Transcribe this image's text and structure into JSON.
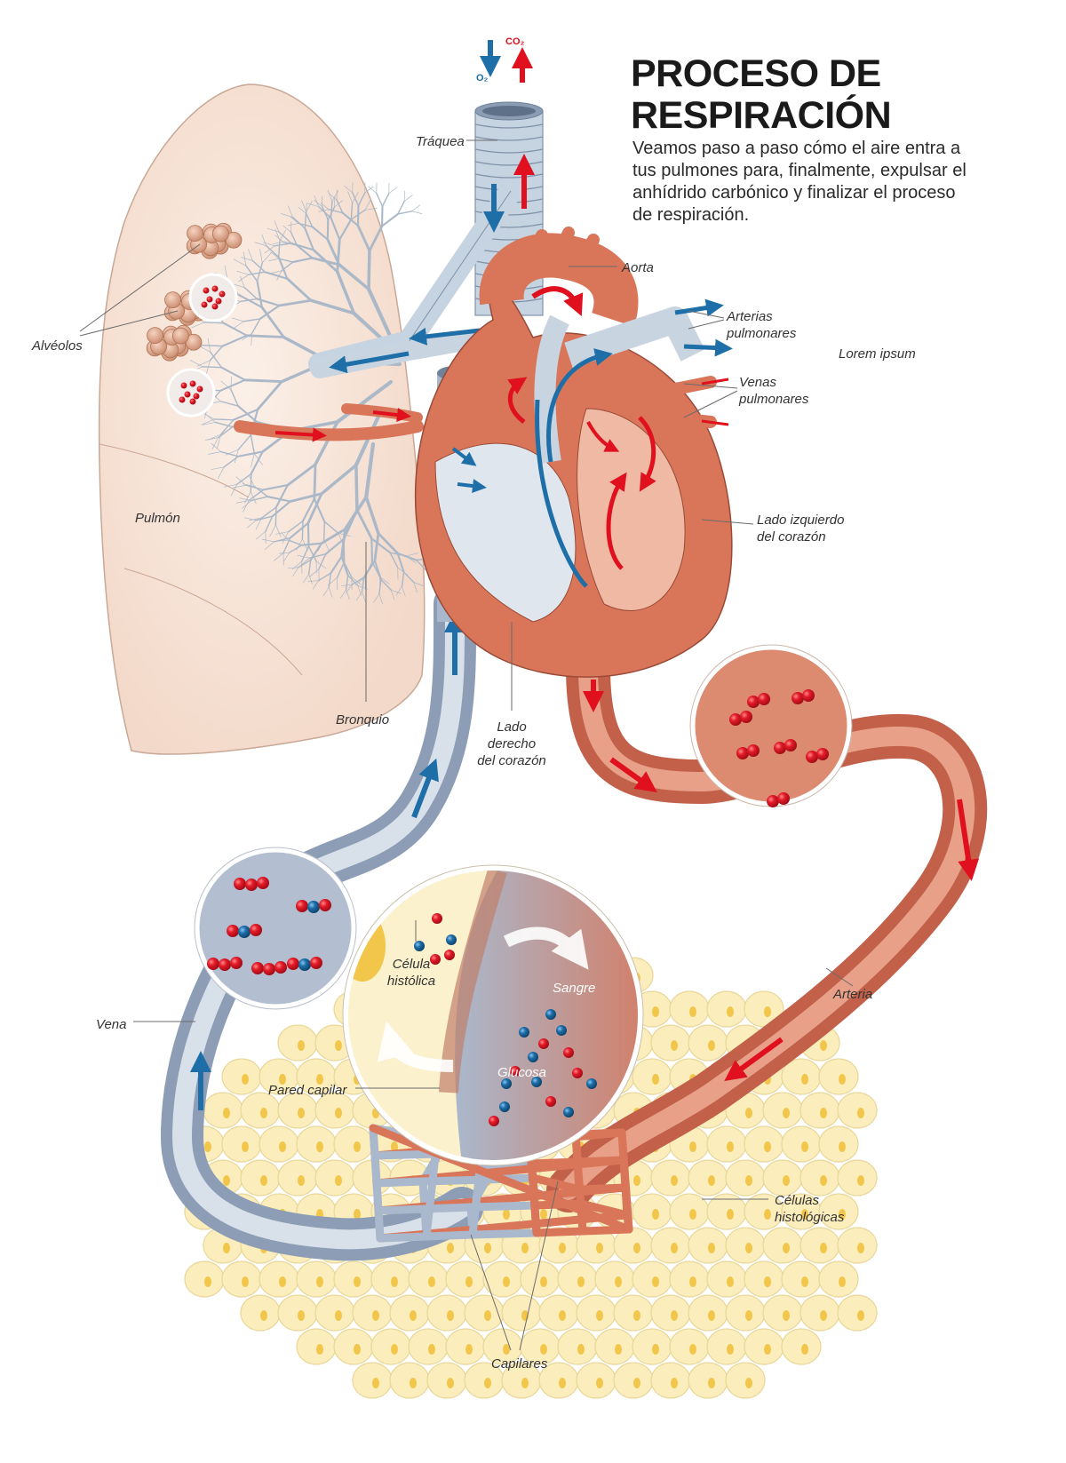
{
  "header": {
    "title_line1": "PROCESO DE",
    "title_line2": "RESPIRACIÓN",
    "intro": "Veamos paso a paso cómo el aire entra a tus pulmones para, finalmente, expulsar el anhídrido carbónico y finalizar el proceso de respiración."
  },
  "gases": {
    "oxygen": "O₂",
    "co2": "CO₂"
  },
  "labels": {
    "traquea": "Tráquea",
    "aorta": "Aorta",
    "arterias_1": "Arterias",
    "arterias_2": "pulmonares",
    "lorem": "Lorem ipsum",
    "venas_1": "Venas",
    "venas_2": "pulmonares",
    "alveolos": "Alvéolos",
    "pulmon": "Pulmón",
    "lado_izq_1": "Lado izquierdo",
    "lado_izq_2": "del corazón",
    "bronquio": "Bronquio",
    "lado_der_1": "Lado",
    "lado_der_2": "derecho",
    "lado_der_3": "del corazón",
    "celula_1": "Célula",
    "celula_2": "histólica",
    "sangre": "Sangre",
    "glucosa": "Glucosa",
    "vena": "Vena",
    "arteria": "Arteria",
    "pared_capilar": "Pared capilar",
    "celulas_1": "Células",
    "celulas_2": "histológicas",
    "capilares": "Capilares"
  },
  "colors": {
    "oxygenated_blood": "#d9765a",
    "deoxygenated_blood": "#a9b8cc",
    "oxygen_flow": "#1e6fa8",
    "co2_flow": "#e0101e",
    "lung": "#f6e2d6",
    "tissue_cells": "#fbeebc",
    "red_cell": "#e01a2a",
    "blue_cell": "#1c6ea8"
  }
}
